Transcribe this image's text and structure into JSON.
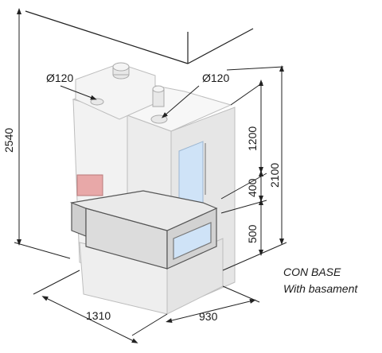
{
  "dimensions": {
    "diameter_left": "Ø120",
    "diameter_right": "Ø120",
    "total_height": "2540",
    "overall_height": "2100",
    "upper_height": "1200",
    "mid_height": "400",
    "base_height": "500",
    "width": "1310",
    "depth": "930"
  },
  "caption": {
    "line1": "CON BASE",
    "line2": "With basament"
  },
  "colors": {
    "body_fill": "#efefef",
    "body_stroke": "#bdbdbd",
    "base_band": "#dcdcdc",
    "glass": "#cfe3f7",
    "red_panel": "#e8a8a8",
    "dim_line": "#222222"
  }
}
